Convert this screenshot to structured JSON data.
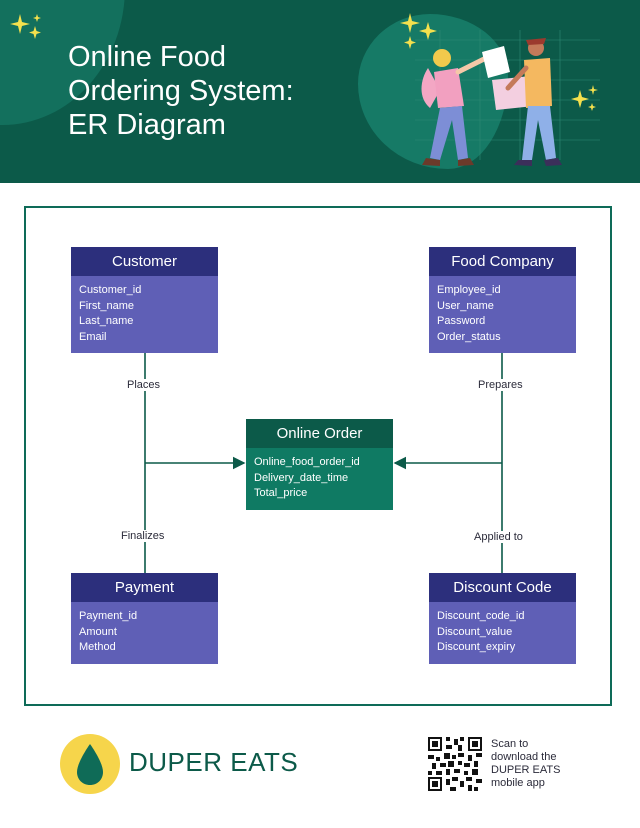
{
  "header": {
    "title_lines": [
      "Online Food",
      "Ordering System:",
      "ER Diagram"
    ]
  },
  "entities": {
    "customer": {
      "title": "Customer",
      "attributes": [
        "Customer_id",
        "First_name",
        "Last_name",
        "Email"
      ]
    },
    "food_company": {
      "title": "Food Company",
      "attributes": [
        "Employee_id",
        "User_name",
        "Password",
        "Order_status"
      ]
    },
    "online_order": {
      "title": "Online Order",
      "attributes": [
        "Online_food_order_id",
        "Delivery_date_time",
        "Total_price"
      ]
    },
    "payment": {
      "title": "Payment",
      "attributes": [
        "Payment_id",
        "Amount",
        "Method"
      ]
    },
    "discount_code": {
      "title": "Discount Code",
      "attributes": [
        "Discount_code_id",
        "Discount_value",
        "Discount_expiry"
      ]
    }
  },
  "relationships": {
    "places": "Places",
    "prepares": "Prepares",
    "finalizes": "Finalizes",
    "applied_to": "Applied to"
  },
  "footer": {
    "brand": "DUPER EATS",
    "qr_lines": [
      "Scan to",
      "download the",
      "DUPER EATS",
      "mobile app"
    ]
  },
  "colors": {
    "header_bg": "#0c5a49",
    "entity_header": "#2c2f7c",
    "entity_body": "#5f5fb6",
    "order_header": "#0c5a49",
    "order_body": "#0f7a63",
    "logo_yellow": "#f6d54b"
  },
  "icons": {
    "sparkle": "sparkle-icon",
    "logo": "water-drop-icon",
    "qr": "qr-code-icon"
  }
}
